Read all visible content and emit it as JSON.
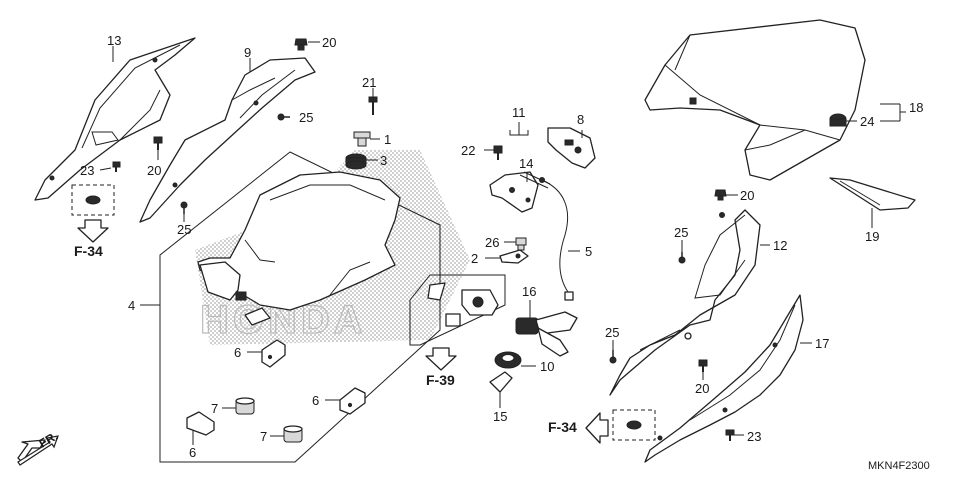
{
  "diagram": {
    "code": "MKN4F2300",
    "direction_label": "FR.",
    "section_refs": {
      "left_f34": "F-34",
      "mid_f39": "F-39",
      "right_f34": "F-34"
    },
    "part_numbers": {
      "p13": "13",
      "p9": "9",
      "p20a": "20",
      "p21": "21",
      "p25a": "25",
      "p20b": "20",
      "p23a": "23",
      "p25b": "25",
      "p1": "1",
      "p3": "3",
      "p4": "4",
      "p6a": "6",
      "p6b": "6",
      "p6c": "6",
      "p7a": "7",
      "p7b": "7",
      "p11": "11",
      "p22": "22",
      "p14": "14",
      "p8": "8",
      "p26": "26",
      "p2": "2",
      "p5": "5",
      "p16": "16",
      "p10": "10",
      "p15": "15",
      "p18": "18",
      "p24": "24",
      "p19": "19",
      "p20c": "20",
      "p25c": "25",
      "p12": "12",
      "p25d": "25",
      "p20d": "20",
      "p17": "17",
      "p23b": "23"
    }
  }
}
